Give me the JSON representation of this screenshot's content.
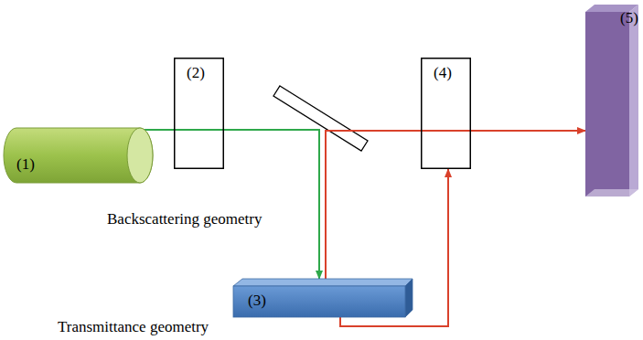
{
  "diagram": {
    "nodes": [
      {
        "text": [
          "(1)"
        ]
      },
      {
        "text": [
          "(2)"
        ]
      },
      {
        "text": [
          "(3)"
        ]
      },
      {
        "text": [
          "(4)"
        ]
      },
      {
        "text": [
          "(5)"
        ]
      }
    ],
    "edges": [
      {
        "from": 0,
        "to": 1,
        "arrow": "none"
      },
      {
        "from": 1,
        "to": 2,
        "arrow": "to"
      },
      {
        "from": 2,
        "to": 3,
        "arrow": "none"
      },
      {
        "from": 3,
        "to": 4,
        "arrow": "to"
      },
      {
        "from": 2,
        "to": 3,
        "arrow": "to"
      }
    ],
    "labels": [
      "Backscattering geometry",
      "Transmittance geometry"
    ]
  }
}
